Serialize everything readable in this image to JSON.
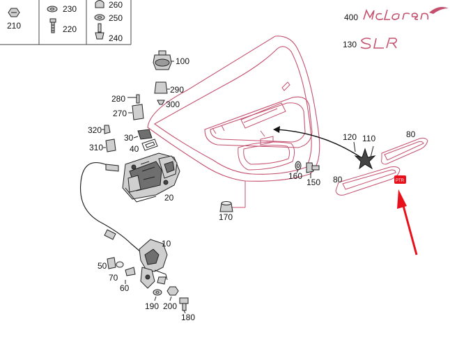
{
  "brand": {
    "logo_text": "McLaren",
    "model_text": "SLR",
    "accent_color": "#c4506e",
    "highlight_color": "#e8101a"
  },
  "legend": {
    "items": [
      {
        "part_no": "210",
        "icon": "nut-icon"
      },
      {
        "part_no": "230",
        "icon": "washer-icon"
      },
      {
        "part_no": "220",
        "icon": "bolt-icon"
      },
      {
        "part_no": "260",
        "icon": "cap-nut-icon"
      },
      {
        "part_no": "250",
        "icon": "washer-icon"
      },
      {
        "part_no": "240",
        "icon": "stud-icon"
      }
    ]
  },
  "callouts": {
    "c400": "400",
    "c130": "130",
    "c100": "100",
    "c290": "290",
    "c300": "300",
    "c280": "280",
    "c270": "270",
    "c320": "320",
    "c30": "30",
    "c310": "310",
    "c40": "40",
    "c20": "20",
    "c120": "120",
    "c110": "110",
    "c80a": "80",
    "c80b": "80",
    "c160": "160",
    "c150": "150",
    "c170": "170",
    "c10": "10",
    "c50": "50",
    "c70": "70",
    "c60": "60",
    "c190": "190",
    "c200": "200",
    "c180": "180"
  },
  "highlight_tag": "PTR"
}
